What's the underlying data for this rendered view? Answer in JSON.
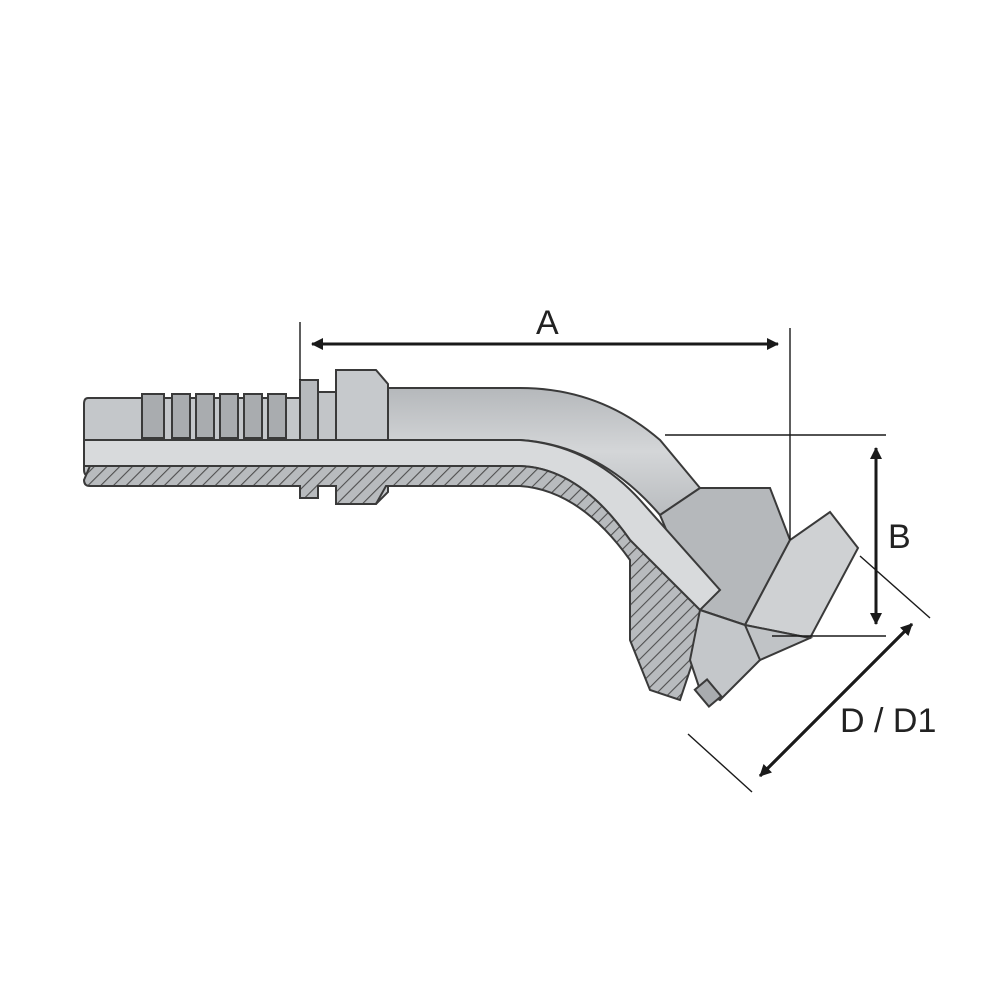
{
  "diagram": {
    "dimensions": {
      "a_label": "A",
      "b_label": "B",
      "d_label": "D / D1"
    },
    "colors": {
      "outline": "#3a3a3a",
      "body_light": "#c9cbcd",
      "body_mid": "#a9acaf",
      "body_dark": "#8e9194",
      "hatch": "#555555",
      "dimension_line": "#1a1a1a"
    }
  }
}
